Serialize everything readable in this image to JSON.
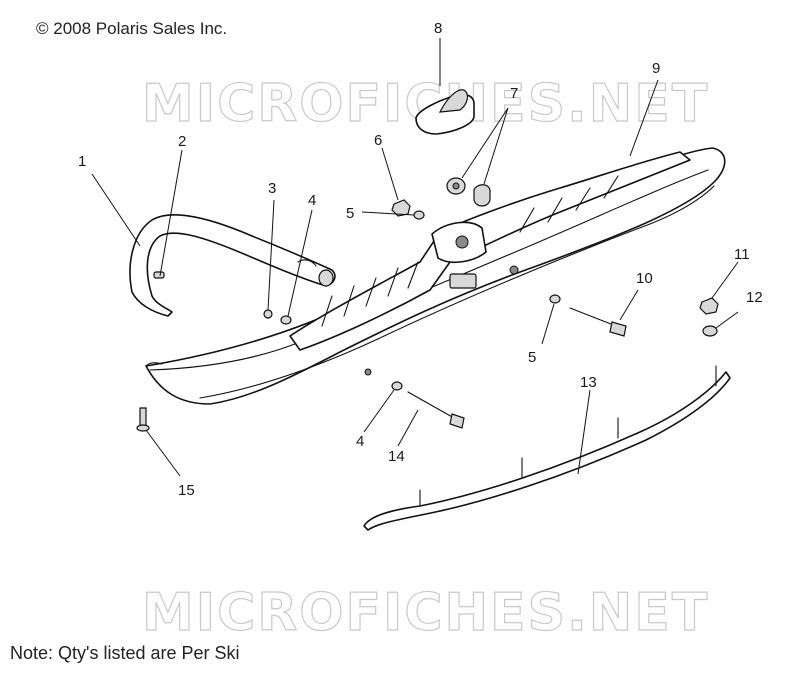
{
  "copyright": "© 2008 Polaris Sales Inc.",
  "watermark": "MICROFICHES.NET",
  "note": "Note: Qty's listed are Per Ski",
  "callouts": [
    "1",
    "2",
    "3",
    "4",
    "4",
    "5",
    "5",
    "6",
    "7",
    "8",
    "9",
    "10",
    "11",
    "12",
    "13",
    "14",
    "15"
  ]
}
